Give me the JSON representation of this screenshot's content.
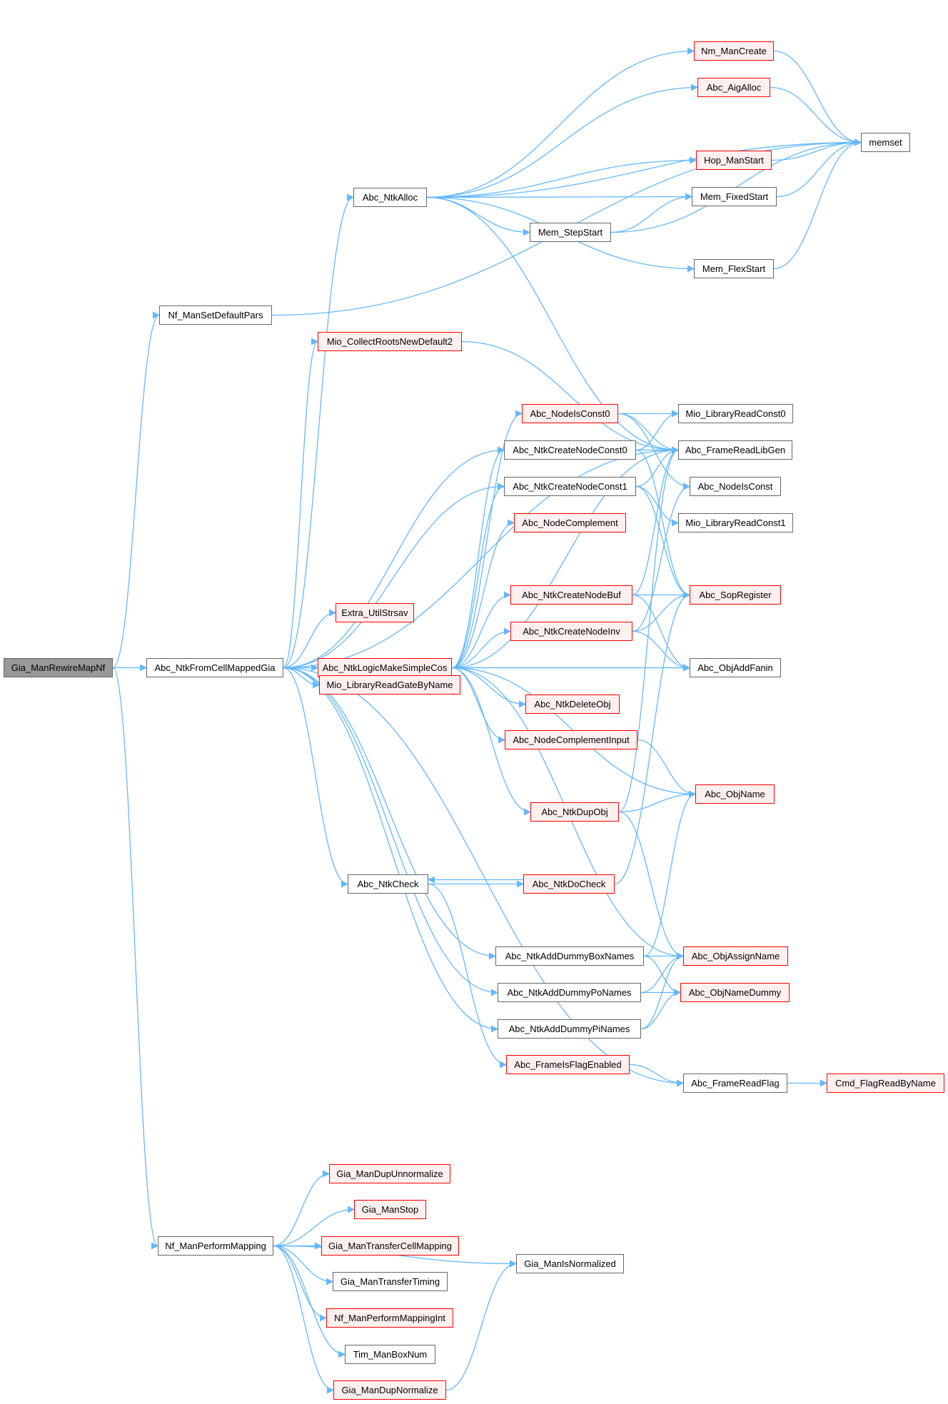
{
  "diagram": {
    "title": "Call graph of Gia_ManRewireMapNf",
    "colors": {
      "edge": "#63b8ff",
      "node_border": "#666666",
      "node_fill": "#ffffff",
      "truncated_border": "#ff0000",
      "truncated_fill": "#fff0f0",
      "root_fill": "#999999"
    },
    "nodes": [
      {
        "id": "Gia_ManRewireMapNf",
        "label": "Gia_ManRewireMapNf",
        "style": "root"
      },
      {
        "id": "Nf_ManSetDefaultPars",
        "label": "Nf_ManSetDefaultPars",
        "style": "normal"
      },
      {
        "id": "Abc_NtkFromCellMappedGia",
        "label": "Abc_NtkFromCellMappedGia",
        "style": "normal"
      },
      {
        "id": "Nf_ManPerformMapping",
        "label": "Nf_ManPerformMapping",
        "style": "normal"
      },
      {
        "id": "memset",
        "label": "memset",
        "style": "normal"
      },
      {
        "id": "Abc_NtkAlloc",
        "label": "Abc_NtkAlloc",
        "style": "normal"
      },
      {
        "id": "Nm_ManCreate",
        "label": "Nm_ManCreate",
        "style": "red"
      },
      {
        "id": "Abc_AigAlloc",
        "label": "Abc_AigAlloc",
        "style": "red"
      },
      {
        "id": "Hop_ManStart",
        "label": "Hop_ManStart",
        "style": "red"
      },
      {
        "id": "Mem_FixedStart",
        "label": "Mem_FixedStart",
        "style": "normal"
      },
      {
        "id": "Mem_StepStart",
        "label": "Mem_StepStart",
        "style": "normal"
      },
      {
        "id": "Mem_FlexStart",
        "label": "Mem_FlexStart",
        "style": "normal"
      },
      {
        "id": "Mio_CollectRootsNewDefault2",
        "label": "Mio_CollectRootsNewDefault2",
        "style": "red"
      },
      {
        "id": "Abc_NodeIsConst0",
        "label": "Abc_NodeIsConst0",
        "style": "red"
      },
      {
        "id": "Mio_LibraryReadConst0",
        "label": "Mio_LibraryReadConst0",
        "style": "normal"
      },
      {
        "id": "Abc_NtkCreateNodeConst0",
        "label": "Abc_NtkCreateNodeConst0",
        "style": "normal"
      },
      {
        "id": "Abc_FrameReadLibGen",
        "label": "Abc_FrameReadLibGen",
        "style": "normal"
      },
      {
        "id": "Abc_NtkCreateNodeConst1",
        "label": "Abc_NtkCreateNodeConst1",
        "style": "normal"
      },
      {
        "id": "Abc_NodeIsConst",
        "label": "Abc_NodeIsConst",
        "style": "normal"
      },
      {
        "id": "Abc_NodeComplement",
        "label": "Abc_NodeComplement",
        "style": "red"
      },
      {
        "id": "Mio_LibraryReadConst1",
        "label": "Mio_LibraryReadConst1",
        "style": "normal"
      },
      {
        "id": "Abc_NtkCreateNodeBuf",
        "label": "Abc_NtkCreateNodeBuf",
        "style": "red"
      },
      {
        "id": "Abc_SopRegister",
        "label": "Abc_SopRegister",
        "style": "red"
      },
      {
        "id": "Extra_UtilStrsav",
        "label": "Extra_UtilStrsav",
        "style": "red"
      },
      {
        "id": "Abc_NtkCreateNodeInv",
        "label": "Abc_NtkCreateNodeInv",
        "style": "red"
      },
      {
        "id": "Abc_NtkLogicMakeSimpleCos",
        "label": "Abc_NtkLogicMakeSimpleCos",
        "style": "red"
      },
      {
        "id": "Abc_ObjAddFanin",
        "label": "Abc_ObjAddFanin",
        "style": "normal"
      },
      {
        "id": "Mio_LibraryReadGateByName",
        "label": "Mio_LibraryReadGateByName",
        "style": "red"
      },
      {
        "id": "Abc_NtkDeleteObj",
        "label": "Abc_NtkDeleteObj",
        "style": "red"
      },
      {
        "id": "Abc_NodeComplementInput",
        "label": "Abc_NodeComplementInput",
        "style": "red"
      },
      {
        "id": "Abc_ObjName",
        "label": "Abc_ObjName",
        "style": "red"
      },
      {
        "id": "Abc_NtkDupObj",
        "label": "Abc_NtkDupObj",
        "style": "red"
      },
      {
        "id": "Abc_NtkCheck",
        "label": "Abc_NtkCheck",
        "style": "normal"
      },
      {
        "id": "Abc_NtkDoCheck",
        "label": "Abc_NtkDoCheck",
        "style": "red"
      },
      {
        "id": "Abc_NtkAddDummyBoxNames",
        "label": "Abc_NtkAddDummyBoxNames",
        "style": "normal"
      },
      {
        "id": "Abc_ObjAssignName",
        "label": "Abc_ObjAssignName",
        "style": "red"
      },
      {
        "id": "Abc_NtkAddDummyPoNames",
        "label": "Abc_NtkAddDummyPoNames",
        "style": "normal"
      },
      {
        "id": "Abc_ObjNameDummy",
        "label": "Abc_ObjNameDummy",
        "style": "red"
      },
      {
        "id": "Abc_NtkAddDummyPiNames",
        "label": "Abc_NtkAddDummyPiNames",
        "style": "normal"
      },
      {
        "id": "Abc_FrameIsFlagEnabled",
        "label": "Abc_FrameIsFlagEnabled",
        "style": "red"
      },
      {
        "id": "Abc_FrameReadFlag",
        "label": "Abc_FrameReadFlag",
        "style": "normal"
      },
      {
        "id": "Cmd_FlagReadByName",
        "label": "Cmd_FlagReadByName",
        "style": "red"
      },
      {
        "id": "Gia_ManDupUnnormalize",
        "label": "Gia_ManDupUnnormalize",
        "style": "red"
      },
      {
        "id": "Gia_ManStop",
        "label": "Gia_ManStop",
        "style": "red"
      },
      {
        "id": "Gia_ManTransferCellMapping",
        "label": "Gia_ManTransferCellMapping",
        "style": "red"
      },
      {
        "id": "Gia_ManIsNormalized",
        "label": "Gia_ManIsNormalized",
        "style": "normal"
      },
      {
        "id": "Gia_ManTransferTiming",
        "label": "Gia_ManTransferTiming",
        "style": "normal"
      },
      {
        "id": "Nf_ManPerformMappingInt",
        "label": "Nf_ManPerformMappingInt",
        "style": "red"
      },
      {
        "id": "Tim_ManBoxNum",
        "label": "Tim_ManBoxNum",
        "style": "normal"
      },
      {
        "id": "Gia_ManDupNormalize",
        "label": "Gia_ManDupNormalize",
        "style": "red"
      }
    ],
    "edges": [
      [
        "Gia_ManRewireMapNf",
        "Nf_ManSetDefaultPars"
      ],
      [
        "Gia_ManRewireMapNf",
        "Abc_NtkFromCellMappedGia"
      ],
      [
        "Gia_ManRewireMapNf",
        "Nf_ManPerformMapping"
      ],
      [
        "Nf_ManSetDefaultPars",
        "memset"
      ],
      [
        "Abc_NtkAlloc",
        "Nm_ManCreate"
      ],
      [
        "Abc_NtkAlloc",
        "Abc_AigAlloc"
      ],
      [
        "Abc_NtkAlloc",
        "memset"
      ],
      [
        "Abc_NtkAlloc",
        "Hop_ManStart"
      ],
      [
        "Abc_NtkAlloc",
        "Mem_FixedStart"
      ],
      [
        "Abc_NtkAlloc",
        "Mem_StepStart"
      ],
      [
        "Abc_NtkAlloc",
        "Mem_FlexStart"
      ],
      [
        "Abc_NtkAlloc",
        "Abc_FrameReadLibGen"
      ],
      [
        "Nm_ManCreate",
        "memset"
      ],
      [
        "Abc_AigAlloc",
        "memset"
      ],
      [
        "Hop_ManStart",
        "memset"
      ],
      [
        "Mem_FixedStart",
        "memset"
      ],
      [
        "Mem_StepStart",
        "Mem_FixedStart"
      ],
      [
        "Mem_StepStart",
        "memset"
      ],
      [
        "Mem_FlexStart",
        "memset"
      ],
      [
        "Abc_NtkFromCellMappedGia",
        "Abc_NtkAlloc"
      ],
      [
        "Abc_NtkFromCellMappedGia",
        "Mio_CollectRootsNewDefault2"
      ],
      [
        "Abc_NtkFromCellMappedGia",
        "Abc_FrameReadLibGen"
      ],
      [
        "Abc_NtkFromCellMappedGia",
        "Abc_NtkCreateNodeConst0"
      ],
      [
        "Abc_NtkFromCellMappedGia",
        "Abc_NtkCreateNodeConst1"
      ],
      [
        "Abc_NtkFromCellMappedGia",
        "Extra_UtilStrsav"
      ],
      [
        "Abc_NtkFromCellMappedGia",
        "Abc_NtkLogicMakeSimpleCos"
      ],
      [
        "Abc_NtkFromCellMappedGia",
        "Mio_LibraryReadGateByName"
      ],
      [
        "Abc_NtkFromCellMappedGia",
        "Abc_ObjAddFanin"
      ],
      [
        "Abc_NtkFromCellMappedGia",
        "Abc_NtkCheck"
      ],
      [
        "Abc_NtkFromCellMappedGia",
        "Abc_NtkAddDummyBoxNames"
      ],
      [
        "Abc_NtkFromCellMappedGia",
        "Abc_NtkAddDummyPoNames"
      ],
      [
        "Abc_NtkFromCellMappedGia",
        "Abc_NtkAddDummyPiNames"
      ],
      [
        "Abc_NtkFromCellMappedGia",
        "Abc_FrameReadFlag"
      ],
      [
        "Mio_CollectRootsNewDefault2",
        "Abc_FrameReadLibGen"
      ],
      [
        "Abc_NodeIsConst0",
        "Mio_LibraryReadConst0"
      ],
      [
        "Abc_NodeIsConst0",
        "Abc_FrameReadLibGen"
      ],
      [
        "Abc_NodeIsConst0",
        "Abc_NodeIsConst"
      ],
      [
        "Abc_NtkCreateNodeConst0",
        "Mio_LibraryReadConst0"
      ],
      [
        "Abc_NtkCreateNodeConst0",
        "Abc_FrameReadLibGen"
      ],
      [
        "Abc_NtkCreateNodeConst0",
        "Abc_SopRegister"
      ],
      [
        "Abc_NtkCreateNodeConst1",
        "Abc_FrameReadLibGen"
      ],
      [
        "Abc_NtkCreateNodeConst1",
        "Mio_LibraryReadConst1"
      ],
      [
        "Abc_NtkCreateNodeConst1",
        "Abc_SopRegister"
      ],
      [
        "Abc_NtkLogicMakeSimpleCos",
        "Abc_NodeIsConst0"
      ],
      [
        "Abc_NtkLogicMakeSimpleCos",
        "Abc_NtkCreateNodeConst0"
      ],
      [
        "Abc_NtkLogicMakeSimpleCos",
        "Abc_NtkCreateNodeConst1"
      ],
      [
        "Abc_NtkLogicMakeSimpleCos",
        "Abc_NodeComplement"
      ],
      [
        "Abc_NtkLogicMakeSimpleCos",
        "Abc_FrameReadLibGen"
      ],
      [
        "Abc_NtkLogicMakeSimpleCos",
        "Abc_NtkCreateNodeBuf"
      ],
      [
        "Abc_NtkLogicMakeSimpleCos",
        "Abc_NtkCreateNodeInv"
      ],
      [
        "Abc_NtkLogicMakeSimpleCos",
        "Abc_ObjAddFanin"
      ],
      [
        "Abc_NtkLogicMakeSimpleCos",
        "Abc_NtkDeleteObj"
      ],
      [
        "Abc_NtkLogicMakeSimpleCos",
        "Abc_NodeComplementInput"
      ],
      [
        "Abc_NtkLogicMakeSimpleCos",
        "Abc_ObjName"
      ],
      [
        "Abc_NtkLogicMakeSimpleCos",
        "Abc_NtkDupObj"
      ],
      [
        "Abc_NtkLogicMakeSimpleCos",
        "Abc_ObjAssignName"
      ],
      [
        "Abc_NtkCreateNodeBuf",
        "Abc_FrameReadLibGen"
      ],
      [
        "Abc_NtkCreateNodeBuf",
        "Abc_SopRegister"
      ],
      [
        "Abc_NtkCreateNodeBuf",
        "Abc_ObjAddFanin"
      ],
      [
        "Abc_NtkCreateNodeInv",
        "Abc_NodeIsConst"
      ],
      [
        "Abc_NtkCreateNodeInv",
        "Abc_SopRegister"
      ],
      [
        "Abc_NtkCreateNodeInv",
        "Abc_ObjAddFanin"
      ],
      [
        "Abc_NodeComplementInput",
        "Abc_ObjName"
      ],
      [
        "Abc_NtkDupObj",
        "Abc_FrameReadLibGen"
      ],
      [
        "Abc_NtkDupObj",
        "Abc_ObjName"
      ],
      [
        "Abc_NtkDupObj",
        "Abc_ObjAssignName"
      ],
      [
        "Abc_NtkCheck",
        "Abc_NtkDoCheck"
      ],
      [
        "Abc_NtkDoCheck",
        "Abc_NtkCheck"
      ],
      [
        "Abc_NtkDoCheck",
        "Abc_SopRegister"
      ],
      [
        "Abc_NtkCheck",
        "Abc_FrameIsFlagEnabled"
      ],
      [
        "Abc_NtkAddDummyBoxNames",
        "Abc_ObjName"
      ],
      [
        "Abc_NtkAddDummyBoxNames",
        "Abc_ObjAssignName"
      ],
      [
        "Abc_NtkAddDummyBoxNames",
        "Abc_ObjNameDummy"
      ],
      [
        "Abc_NtkAddDummyPoNames",
        "Abc_ObjAssignName"
      ],
      [
        "Abc_NtkAddDummyPoNames",
        "Abc_ObjNameDummy"
      ],
      [
        "Abc_NtkAddDummyPiNames",
        "Abc_ObjAssignName"
      ],
      [
        "Abc_NtkAddDummyPiNames",
        "Abc_ObjNameDummy"
      ],
      [
        "Abc_FrameIsFlagEnabled",
        "Abc_FrameReadFlag"
      ],
      [
        "Abc_FrameReadFlag",
        "Cmd_FlagReadByName"
      ],
      [
        "Nf_ManPerformMapping",
        "Gia_ManIsNormalized"
      ],
      [
        "Nf_ManPerformMapping",
        "Gia_ManDupUnnormalize"
      ],
      [
        "Nf_ManPerformMapping",
        "Gia_ManStop"
      ],
      [
        "Nf_ManPerformMapping",
        "Gia_ManTransferCellMapping"
      ],
      [
        "Nf_ManPerformMapping",
        "Gia_ManTransferTiming"
      ],
      [
        "Nf_ManPerformMapping",
        "Nf_ManPerformMappingInt"
      ],
      [
        "Nf_ManPerformMapping",
        "Tim_ManBoxNum"
      ],
      [
        "Nf_ManPerformMapping",
        "Gia_ManDupNormalize"
      ],
      [
        "Gia_ManDupNormalize",
        "Gia_ManIsNormalized"
      ]
    ]
  }
}
